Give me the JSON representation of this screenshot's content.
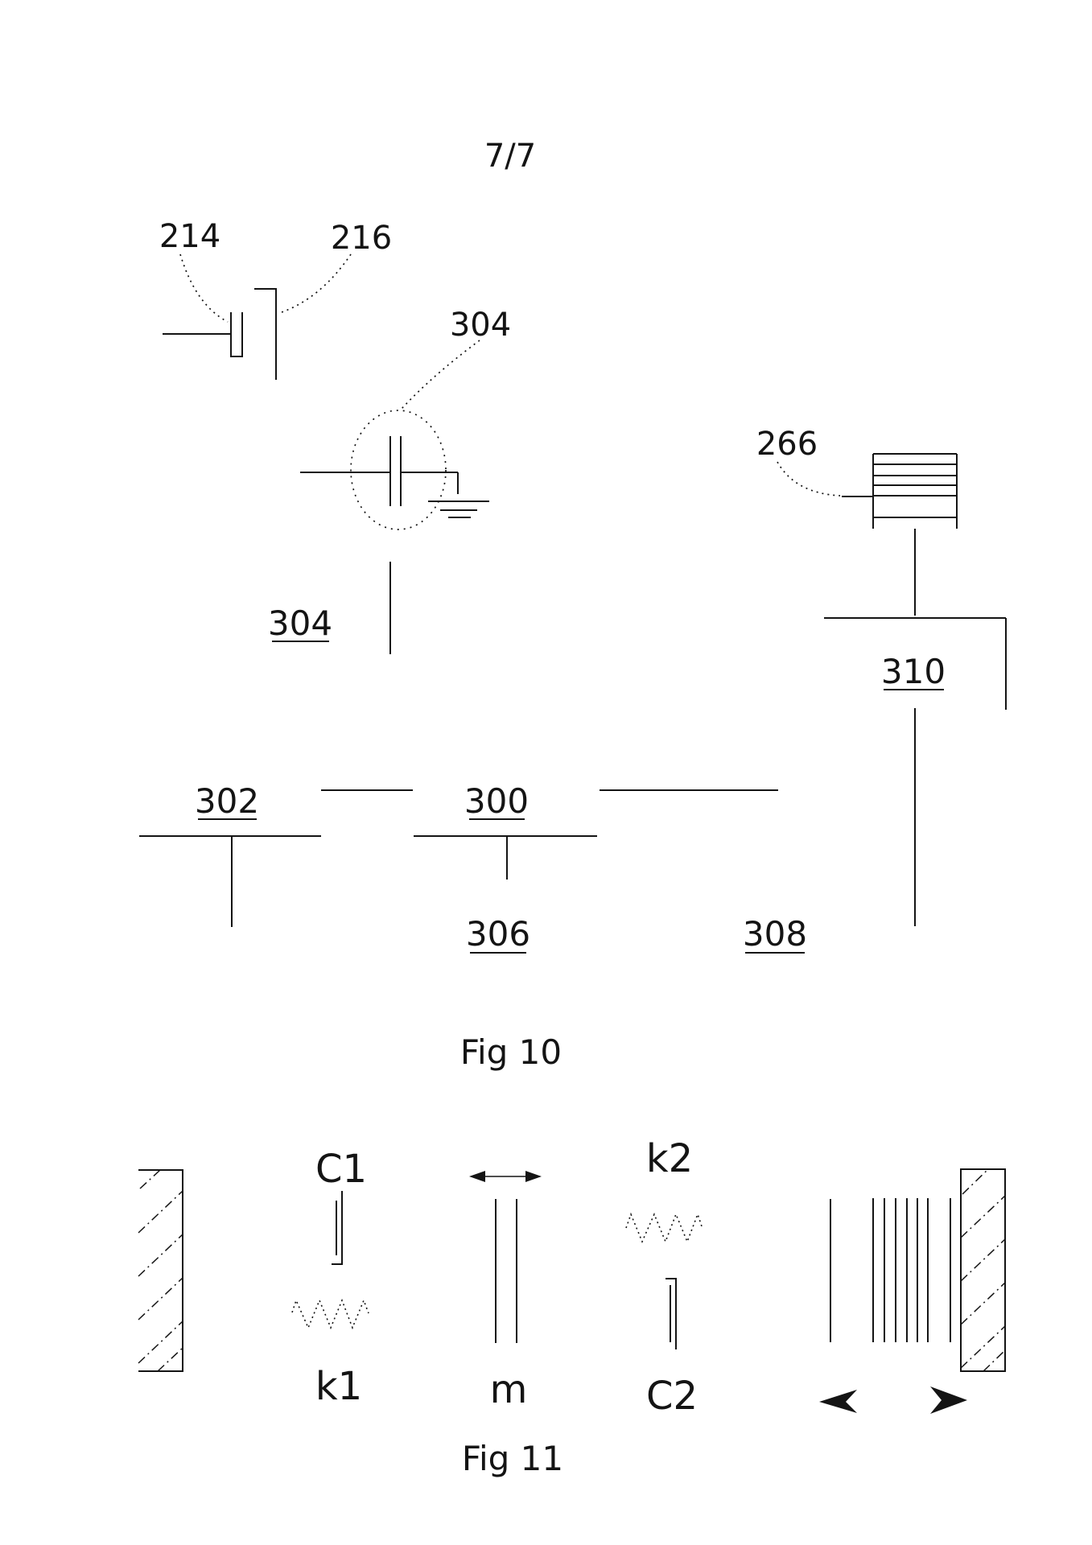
{
  "page": {
    "sheet_number": "7/7"
  },
  "colors": {
    "ink": "#141414",
    "background": "#ffffff"
  },
  "fig10": {
    "caption": "Fig 10",
    "labels": {
      "l214": "214",
      "l216": "216",
      "l304_callout": "304",
      "l304_ref": "304",
      "l266": "266",
      "l310": "310",
      "l302": "302",
      "l300": "300",
      "l306": "306",
      "l308": "308"
    }
  },
  "fig11": {
    "caption": "Fig 11",
    "labels": {
      "c1": "C1",
      "k1": "k1",
      "m": "m",
      "k2": "k2",
      "c2": "C2"
    }
  }
}
